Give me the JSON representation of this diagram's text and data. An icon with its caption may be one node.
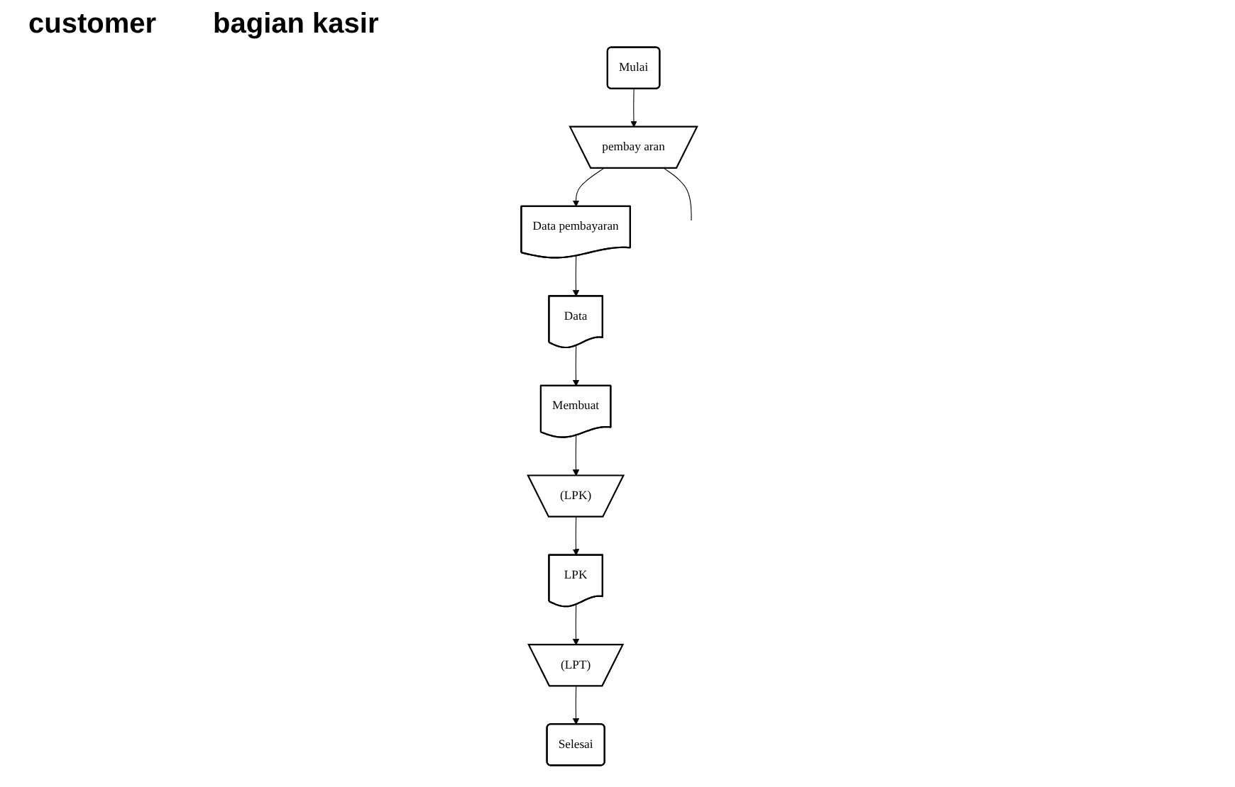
{
  "diagram": {
    "nodes": [
      {
        "text": [
          "Mulai"
        ]
      },
      {
        "text": [
          "pembay aran"
        ]
      },
      {
        "text": [
          "Data pembayaran"
        ]
      },
      {
        "text": [
          "Data"
        ]
      },
      {
        "text": [
          "Membuat"
        ]
      },
      {
        "text": [
          "(LPK)"
        ]
      },
      {
        "text": [
          "LPK"
        ]
      },
      {
        "text": [
          "(LPT)"
        ]
      },
      {
        "text": [
          "Selesai"
        ]
      }
    ],
    "edges": [
      {
        "from": 0,
        "to": 1,
        "arrow": "to"
      },
      {
        "from": 1,
        "to": 2,
        "arrow": "to"
      },
      {
        "from": 1,
        "to": null,
        "arrow": "none"
      },
      {
        "from": 2,
        "to": 3,
        "arrow": "to"
      },
      {
        "from": 3,
        "to": 4,
        "arrow": "to"
      },
      {
        "from": 4,
        "to": 5,
        "arrow": "to"
      },
      {
        "from": 5,
        "to": 6,
        "arrow": "to"
      },
      {
        "from": 6,
        "to": 7,
        "arrow": "to"
      },
      {
        "from": 7,
        "to": 8,
        "arrow": "to"
      }
    ],
    "labels": [
      "customer",
      "bagian kasir"
    ]
  }
}
